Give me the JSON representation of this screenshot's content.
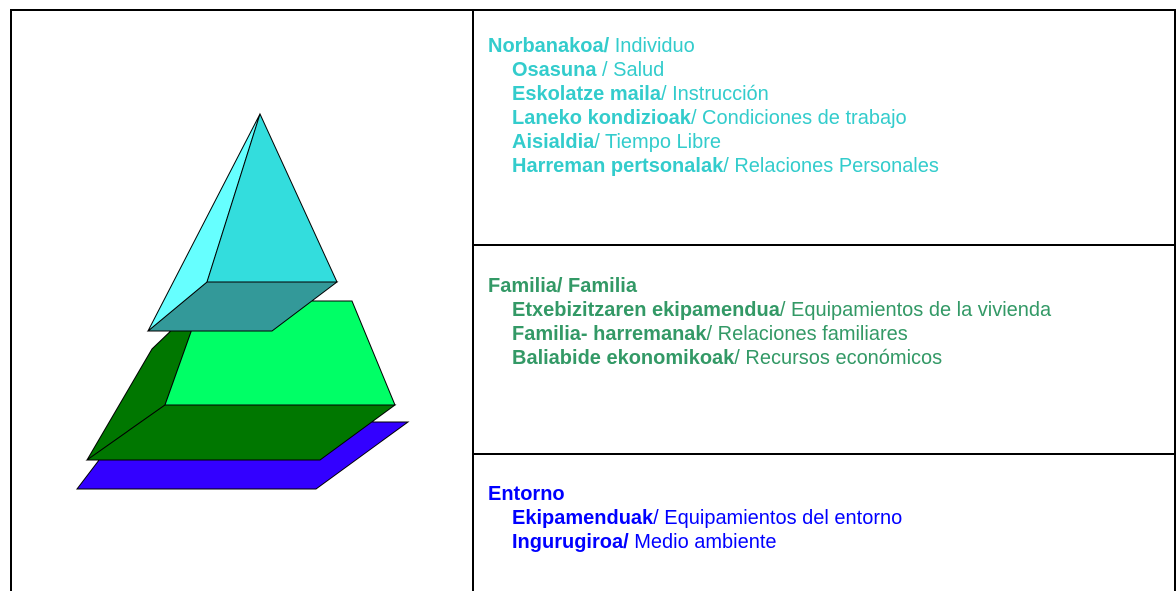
{
  "colors": {
    "cyan": "#33cccc",
    "green": "#339966",
    "blue": "#0000ff",
    "pyramid_top_light": "#66ffff",
    "pyramid_top_dark": "#33cccc",
    "pyramid_mid_light": "#00ff66",
    "pyramid_mid_dark": "#007700",
    "pyramid_base": "#3300ff"
  },
  "sections": [
    {
      "heading_bold": "Norbanakoa/",
      "heading_rest": " Individuo",
      "items": [
        {
          "bold": "Osasuna",
          "rest": " / Salud"
        },
        {
          "bold": "Eskolatze maila",
          "rest": "/ Instrucción"
        },
        {
          "bold": "Laneko kondizioak",
          "rest": "/ Condiciones de trabajo"
        },
        {
          "bold": "Aisialdia",
          "rest": "/ Tiempo Libre"
        },
        {
          "bold": "Harreman pertsonalak",
          "rest": "/ Relaciones Personales"
        }
      ]
    },
    {
      "heading_bold": "Familia/ Familia",
      "heading_rest": "",
      "items": [
        {
          "bold": "Etxebizitzaren ekipamendua",
          "rest": "/ Equipamientos de la vivienda"
        },
        {
          "bold": "Familia- harremanak",
          "rest": "/ Relaciones familiares"
        },
        {
          "bold": "Baliabide ekonomikoak",
          "rest": "/ Recursos económicos"
        }
      ]
    },
    {
      "heading_bold": "Entorno",
      "heading_rest": "",
      "items": [
        {
          "bold": "Ekipamenduak",
          "rest": "/ Equipamientos del entorno"
        },
        {
          "bold": "Ingurugiroa/",
          "rest": " Medio ambiente"
        }
      ]
    }
  ]
}
